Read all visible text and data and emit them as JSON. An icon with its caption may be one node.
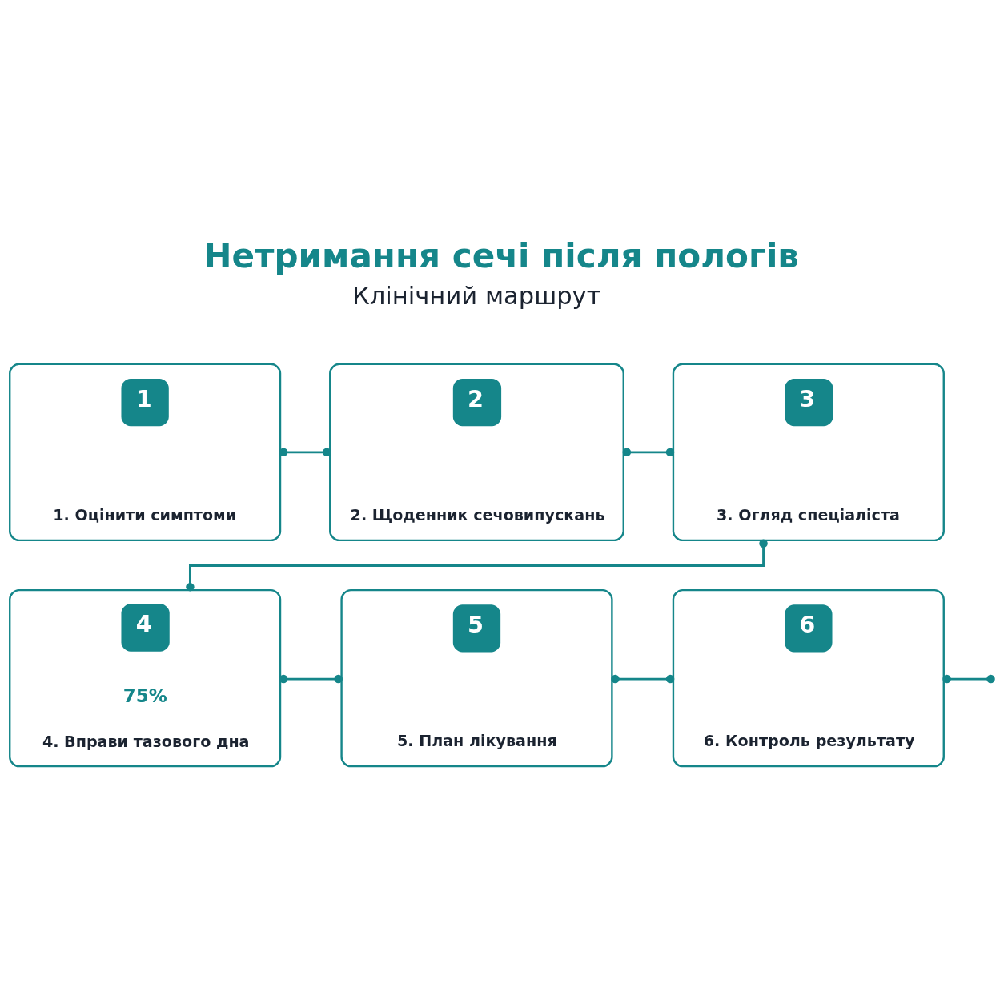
{
  "diagram": {
    "title": "Нетримання сечі після пологів",
    "nodes": [
      {
        "text": [
          "1",
          "1. Оцінити симптоми"
        ]
      },
      {
        "text": [
          "2",
          "2. Щоденник сечовипускань"
        ]
      },
      {
        "text": [
          "3",
          "3. Огляд спеціаліста"
        ]
      },
      {
        "text": [
          "4",
          "75%",
          "4. Вправи тазового дна"
        ]
      },
      {
        "text": [
          "5",
          "5. План лікування"
        ]
      },
      {
        "text": [
          "6",
          "6. Контроль результату"
        ]
      }
    ],
    "edges": [
      {
        "from": 0,
        "to": 1,
        "arrow": "other"
      },
      {
        "from": 1,
        "to": 2,
        "arrow": "other"
      },
      {
        "from": 2,
        "to": 3,
        "arrow": "other"
      },
      {
        "from": 3,
        "to": 4,
        "arrow": "other"
      },
      {
        "from": 4,
        "to": 5,
        "arrow": "other"
      },
      {
        "from": 5,
        "to": null,
        "arrow": "other"
      }
    ],
    "labels": [
      "Клінічний маршрут"
    ]
  }
}
